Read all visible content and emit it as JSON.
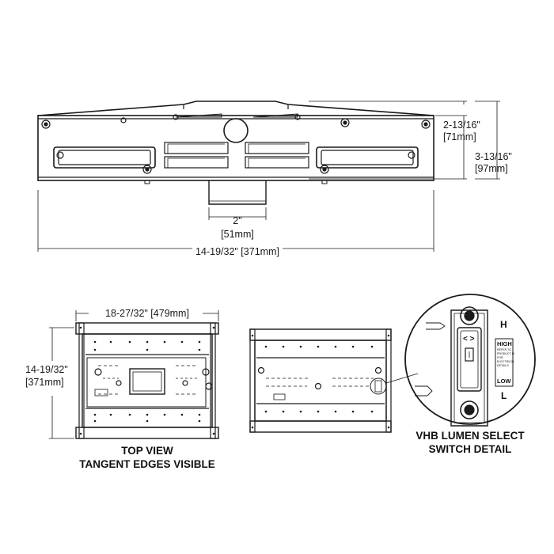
{
  "front_view": {
    "height_small": "2-13/16\"",
    "height_small_mm": "[71mm]",
    "height_total": "3-13/16\"",
    "height_total_mm": "[97mm]",
    "mount_width": "2\"",
    "mount_width_mm": "[51mm]",
    "overall_width": "14-19/32\" [371mm]"
  },
  "top_view": {
    "width": "18-27/32\" [479mm]",
    "depth": "14-19/32\"",
    "depth_mm": "[371mm]",
    "caption_line1": "TOP VIEW",
    "caption_line2": "TANGENT EDGES VISIBLE"
  },
  "switch_detail": {
    "high_letter": "H",
    "low_letter": "L",
    "high_label": "HIGH",
    "low_label": "LOW",
    "arrows": "< >",
    "fine_print": [
      "REFER TO",
      "PRODUCT ID",
      "FOR",
      "ELECTRICAL",
      "DETAILS"
    ],
    "caption_line1": "VHB LUMEN SELECT",
    "caption_line2": "SWITCH DETAIL"
  },
  "colors": {
    "line": "#1a1a1a",
    "background": "#ffffff"
  }
}
